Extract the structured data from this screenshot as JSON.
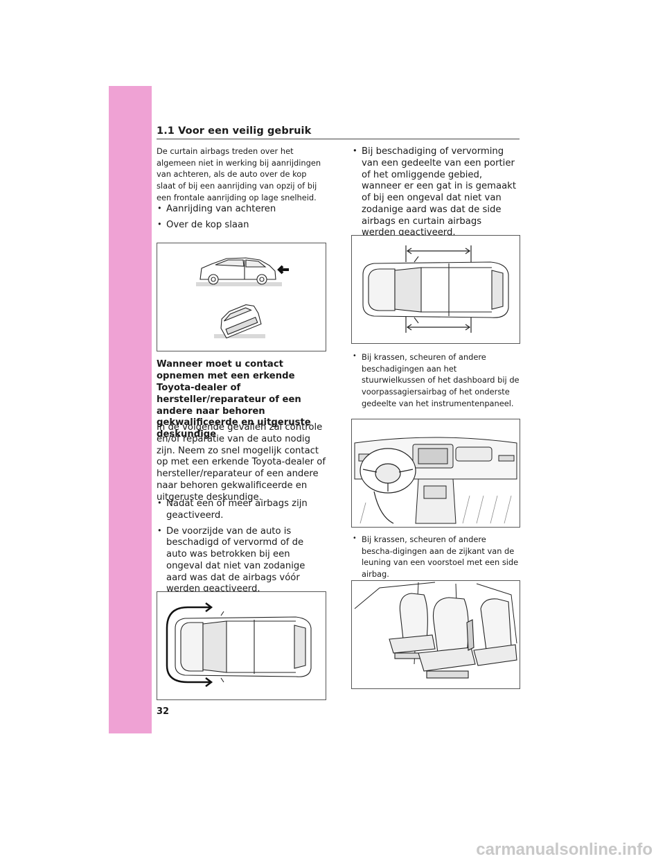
{
  "header": {
    "section_title": "1.1  Voor een veilig gebruik"
  },
  "left_column": {
    "intro": "De curtain airbags treden over het algemeen niet in werking bij aanrijdingen van achteren, als de auto over de kop slaat of bij een aanrijding van opzij of bij een frontale aanrijding op lage snelheid.",
    "bullets_top": [
      "Aanrijding van achteren",
      "Over de kop slaan"
    ],
    "section_heading": "Wanneer moet u contact opnemen met een erkende Toyota-dealer of hersteller/reparateur of een andere naar behoren gekwalificeerde en uitgeruste deskundige",
    "section_body": "In de volgende gevallen zal controle en/of reparatie van de auto nodig zijn. Neem zo snel mogelijk contact op met een erkende Toyota-dealer of hersteller/reparateur of een andere naar behoren gekwalificeerde en uitgeruste deskundige.",
    "bullets_bottom": [
      "Nadat een of meer airbags zijn geactiveerd.",
      "De voorzijde van de auto is beschadigd of vervormd of de auto was betrokken bij een ongeval dat niet van zodanige aard was dat de airbags vóór werden geactiveerd."
    ]
  },
  "right_column": {
    "bullet_doors": "Bij beschadiging of vervorming van een gedeelte van een portier of het omliggende gebied, wanneer er een gat in is gemaakt of bij een ongeval dat niet van zodanige aard was dat de side airbags en curtain airbags werden geactiveerd.",
    "bullet_dashboard": "Bij krassen, scheuren of andere beschadigingen aan het stuurwielkussen of het dashboard bij de voorpassagiersairbag of het onderste gedeelte van het instrumentenpaneel.",
    "bullet_seat": "Bij krassen, scheuren of andere bescha-digingen aan de zijkant van de leuning van een voorstoel met een side airbag."
  },
  "footer": {
    "page_number": "32",
    "watermark": "carmanualsonline.info"
  },
  "colors": {
    "side_tab": "#efa2d4",
    "ground": "#d9d9d9",
    "line": "#222222"
  }
}
